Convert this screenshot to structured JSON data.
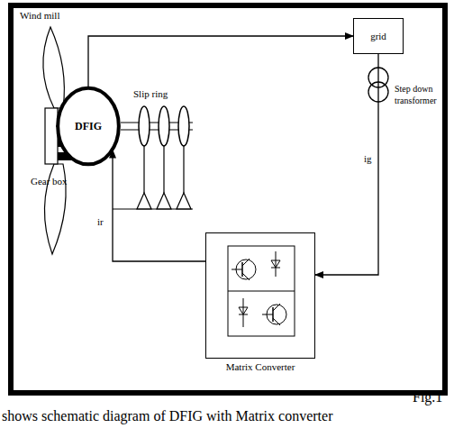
{
  "diagram": {
    "caption": "Fig.1 shows schematic diagram of DFIG with Matrix converter",
    "nodes": [
      {
        "text": [
          "DFIG"
        ]
      },
      {
        "text": [
          "grid"
        ]
      },
      {
        "text": [
          "Matrix Converter"
        ]
      }
    ],
    "edges": [
      {
        "from": 0,
        "to": 1,
        "arrow": "to"
      },
      {
        "from": 1,
        "to": 2,
        "arrow": "to"
      },
      {
        "from": 2,
        "to": 0,
        "arrow": "to"
      }
    ],
    "labels": [
      "Wind mill",
      "Slip ring",
      "Gear box",
      "Step down transformer",
      "ig",
      "ir"
    ]
  }
}
